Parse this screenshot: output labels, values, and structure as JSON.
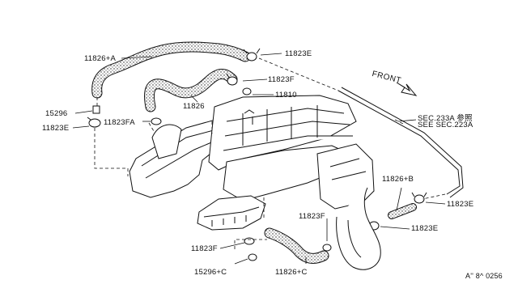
{
  "diagram": {
    "labels": {
      "l1": "11826+A",
      "l2": "11823E",
      "l3": "11823F",
      "l4": "11810",
      "l5": "15296",
      "l6": "11823FA",
      "l7": "11823E",
      "l8": "11826",
      "l9": "SEC.233A 参照",
      "l10": "SEE SEC.223A",
      "l11": "11826+B",
      "l12": "11823E",
      "l13": "11823F",
      "l14": "11823E",
      "l15": "11823F",
      "l16": "15296+C",
      "l17": "11826+C"
    },
    "front_label": "FRONT",
    "diagram_code": "A'' 8^ 0256"
  }
}
